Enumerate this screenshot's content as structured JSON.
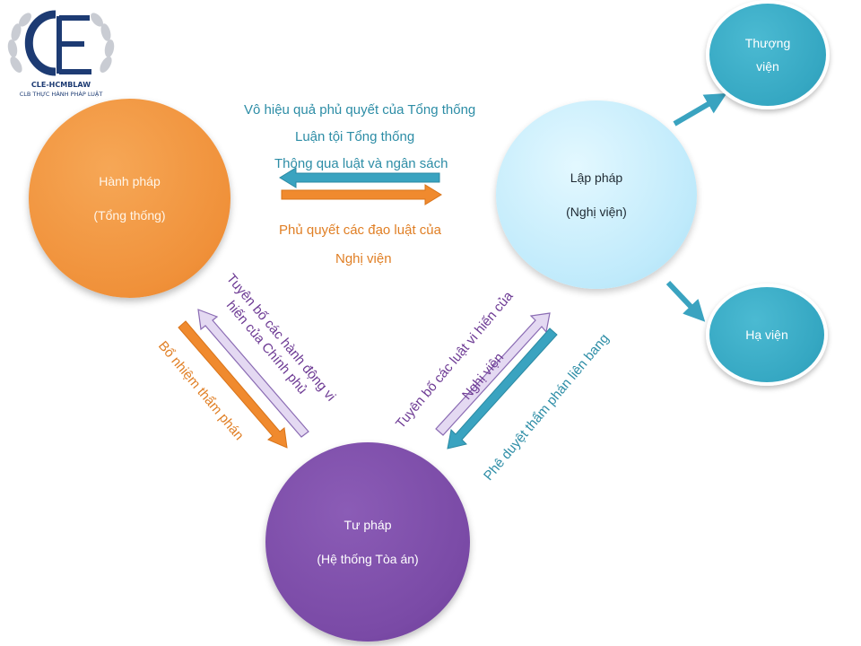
{
  "logo": {
    "monogram": "CE",
    "org": "CLE-HCMBLAW",
    "tagline": "CLB THỰC HÀNH PHÁP LUẬT"
  },
  "nodes": {
    "executive": {
      "title": "Hành pháp",
      "sub": "(Tổng thống)"
    },
    "legislative": {
      "title": "Lập pháp",
      "sub": "(Nghị viện)"
    },
    "judicial": {
      "title": "Tư pháp",
      "sub": "(Hệ thống Tòa án)"
    },
    "senate": {
      "title": "Thượng",
      "sub": "viện"
    },
    "house": {
      "title": "Hạ viện"
    }
  },
  "edges": {
    "leg_to_exec": [
      "Vô hiệu quả phủ quyết của Tổng thống",
      "Luận tội Tổng thống",
      "Thông qua luật và ngân sách"
    ],
    "exec_to_leg": [
      "Phủ quyết các đạo luật của",
      "Nghị viện"
    ],
    "jud_to_exec": [
      "Tuyên  bố các hành động vi",
      "hiến của Chính phủ"
    ],
    "exec_to_jud": "Bổ nhiệm thẩm phán",
    "jud_to_leg": [
      "Tuyên bố các luật vi hiến của",
      "Nghị viện"
    ],
    "leg_to_jud": "Phê duyệt thẩm phán liên bang"
  },
  "colors": {
    "executive": "#f0913a",
    "legislative": "#bfeafb",
    "judicial": "#7a4aa6",
    "chambers": "#35a7c2",
    "blue_arrow": "#3aa3c0",
    "orange_arrow": "#f08a2e",
    "lavender_arrow": "#e4d9f2",
    "logo": "#1d3b73"
  }
}
